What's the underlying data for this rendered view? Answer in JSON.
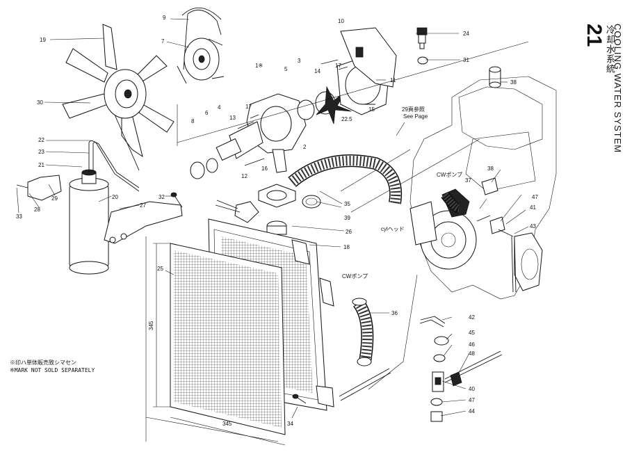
{
  "header": {
    "section_number": "21",
    "title_jp": "冷却水系統",
    "title_en": "COOLING WATER SYSTEM"
  },
  "notes": {
    "note_jp": "※印ハ単体販売致シマセン",
    "note_en": "※MARK NOT SOLD SEPARATELY"
  },
  "annotations": {
    "see_page": "29頁参照",
    "see_page_en": "See Page",
    "cw_pump_1": "CWポンプ",
    "cw_pump_2": "CWポンプ",
    "cyl_head": "cylヘッド",
    "dim_vertical": "345",
    "dim_horizontal": "345",
    "star_mark": "1※"
  },
  "callouts": {
    "c1": "1",
    "c2": "2",
    "c3": "3",
    "c4": "4",
    "c5": "5",
    "c6": "6",
    "c7": "7",
    "c8": "8",
    "c9": "9",
    "c10": "10",
    "c11": "11",
    "c12": "12",
    "c13": "13",
    "c14": "14",
    "c15": "15",
    "c16": "16",
    "c17": "17",
    "c18": "18",
    "c19": "19",
    "c20": "20",
    "c21": "21",
    "c22": "22",
    "c23": "23",
    "c24": "24",
    "c25": "25",
    "c26": "26",
    "c27": "27",
    "c28": "28",
    "c29": "29",
    "c30": "30",
    "c31": "31",
    "c32": "32",
    "c33": "33",
    "c34": "34",
    "c35": "35",
    "c36": "36",
    "c37": "37",
    "c38": "38",
    "c38b": "38",
    "c39": "39",
    "c40": "40",
    "c41": "41",
    "c42": "42",
    "c43": "43",
    "c44": "44",
    "c45": "45",
    "c46": "46",
    "c47": "47",
    "c47b": "47",
    "c48": "48",
    "c22_5": "22.5"
  }
}
